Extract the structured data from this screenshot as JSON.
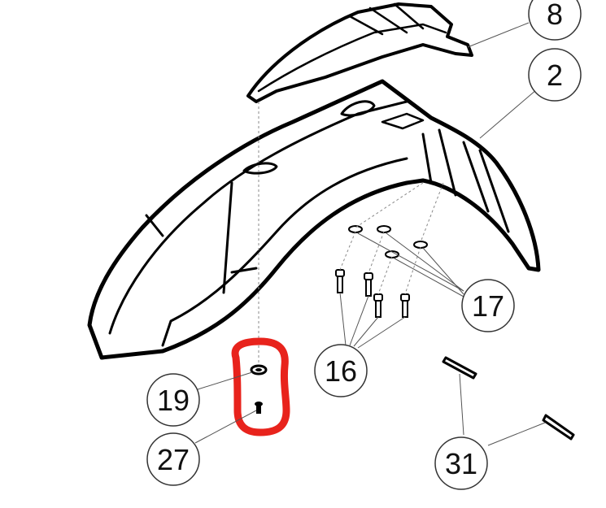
{
  "callouts": [
    {
      "id": "8",
      "label": "8"
    },
    {
      "id": "2",
      "label": "2"
    },
    {
      "id": "17",
      "label": "17"
    },
    {
      "id": "16",
      "label": "16"
    },
    {
      "id": "19",
      "label": "19"
    },
    {
      "id": "27",
      "label": "27"
    },
    {
      "id": "31",
      "label": "31"
    }
  ],
  "highlight": {
    "color": "#e8231c"
  }
}
